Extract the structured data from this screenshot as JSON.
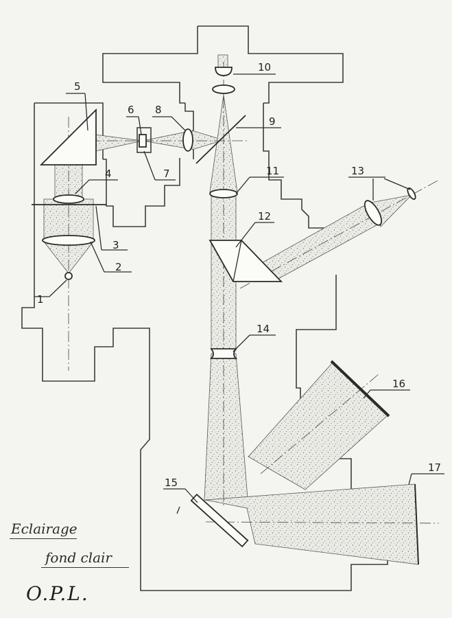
{
  "labels": {
    "n1": "1",
    "n2": "2",
    "n3": "3",
    "n4": "4",
    "n5": "5",
    "n6": "6",
    "n7": "7",
    "n8": "8",
    "n9": "9",
    "n10": "10",
    "n11": "11",
    "n12": "12",
    "n13": "13",
    "n14": "14",
    "n15": "15",
    "n16": "16",
    "n17": "17"
  },
  "caption": {
    "line1": "Eclairage",
    "line2": "fond clair"
  },
  "signature": "O.P.L."
}
